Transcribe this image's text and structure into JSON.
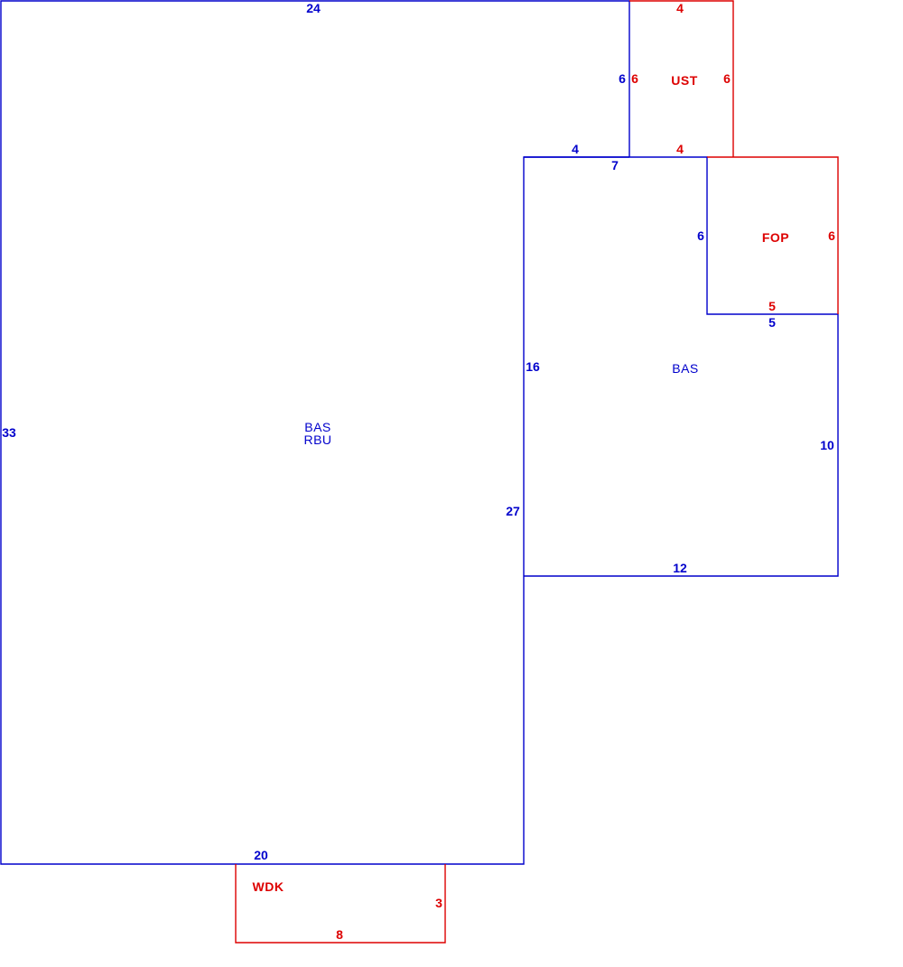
{
  "colors": {
    "main_structure": "#0000cc",
    "attached_structure": "#dd0000",
    "background": "#ffffff"
  },
  "areas": {
    "main_bas": {
      "code": "BAS",
      "sub_code": "RBU"
    },
    "right_bas": {
      "code": "BAS"
    },
    "ust": {
      "code": "UST"
    },
    "fop": {
      "code": "FOP"
    },
    "wdk": {
      "code": "WDK"
    }
  },
  "dimensions": {
    "main_top": "24",
    "main_left": "33",
    "main_bottom": "20",
    "main_right": "27",
    "main_notch_vertical": "6",
    "main_notch_horizontal": "4",
    "ust_top": "4",
    "ust_left": "6",
    "ust_right": "6",
    "ust_bottom": "4",
    "right_bas_top": "7",
    "right_bas_left": "16",
    "right_bas_bottom": "12",
    "right_bas_right": "10",
    "right_bas_fop_side": "6",
    "right_bas_fop_bottom": "5",
    "fop_right": "6",
    "fop_bottom": "5",
    "wdk_right": "3",
    "wdk_bottom": "8"
  }
}
